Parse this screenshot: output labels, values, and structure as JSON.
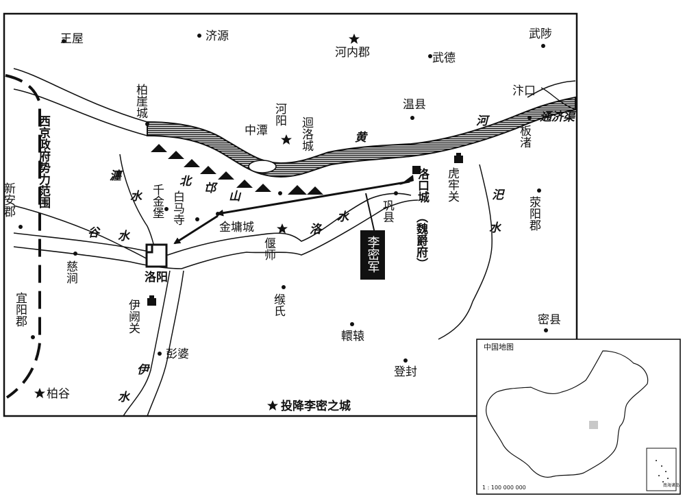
{
  "places": {
    "wangwu": "王屋",
    "jiyuan": "济源",
    "henei": "河内郡",
    "wude": "武德",
    "wuzhi": "武陟",
    "bai_ya_cheng": "柏崖城",
    "heyang": "河阳",
    "zhongtan": "中潭",
    "huiluo_cheng": "迴洛城",
    "wenxian": "温县",
    "bianzhou": "汴口",
    "banzhu": "板渚",
    "xinan": "新安郡",
    "qianjinbao": "千金堡",
    "baimasi": "白马寺",
    "jinyongcheng": "金墉城",
    "yanshi": "偃师",
    "gongxian": "巩县",
    "luokou_cheng": "洛口城",
    "hulao": "虎牢关",
    "xingyang": "荥阳郡",
    "cijian": "慈涧",
    "luoyang": "洛阳",
    "yique": "伊阙关",
    "goushi": "缑氏",
    "huanyuan": "轘辕",
    "mixian": "密县",
    "yiyang": "宜阳郡",
    "pengpo": "彭婆",
    "dengfeng": "登封",
    "baigu": "柏谷"
  },
  "features": {
    "xijing_region": "西京政府势力范围",
    "beimang": [
      "北",
      "邙",
      "山"
    ],
    "li_mi_army": "李密军",
    "wei_gong_fu": "（魏爵府）",
    "tongji_qu": "通济渠"
  },
  "rivers": {
    "huang": [
      "黄",
      "河"
    ],
    "chan": [
      "瀍",
      "水"
    ],
    "gu": [
      "谷",
      "水"
    ],
    "luo": [
      "洛",
      "水"
    ],
    "si": [
      "汜",
      "水"
    ],
    "yi": [
      "伊",
      "水"
    ]
  },
  "legend": {
    "surrender_city": "投降李密之城"
  },
  "inset": {
    "title": "中国地图",
    "scale": "1 : 100 000 000",
    "islands_label": "南海诸岛"
  }
}
